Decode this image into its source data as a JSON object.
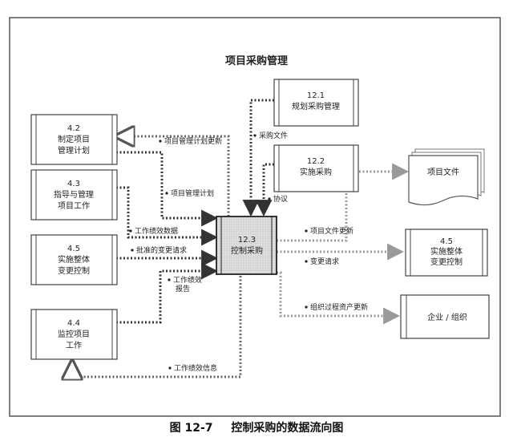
{
  "diagram": {
    "title": "项目采购管理",
    "caption": {
      "figure_number": "图 12-7",
      "text": "控制采购的数据流向图"
    },
    "nodes": {
      "n42": {
        "lines": [
          "4.2",
          "制定项目",
          "管理计划"
        ]
      },
      "n43": {
        "lines": [
          "4.3",
          "指导与管理",
          "项目工作"
        ]
      },
      "n45l": {
        "lines": [
          "4.5",
          "实施整体",
          "变更控制"
        ]
      },
      "n44": {
        "lines": [
          "4.4",
          "监控项目",
          "工作"
        ]
      },
      "n121": {
        "lines": [
          "12.1",
          "规划采购管理"
        ]
      },
      "n122": {
        "lines": [
          "12.2",
          "实施采购"
        ]
      },
      "n123": {
        "lines": [
          "12.3",
          "控制采购"
        ]
      },
      "ndoc": {
        "lines": [
          "项目文件"
        ]
      },
      "n45r": {
        "lines": [
          "4.5",
          "实施整体",
          "变更控制"
        ]
      },
      "nent": {
        "lines": [
          "企业 / 组织"
        ]
      }
    },
    "flows": {
      "pm_plan_update": "项目管理计划更新",
      "pm_plan": "项目管理计划",
      "work_perf_data": "工作绩效数据",
      "approved_change": "批准的变更请求",
      "work_perf_report": [
        "工作绩效",
        "报告"
      ],
      "work_perf_info": "工作绩效信息",
      "proc_docs": "采购文件",
      "agreements": "协议",
      "doc_update": "项目文件更新",
      "change_request": "变更请求",
      "opa_update": "组织过程资产更新"
    }
  }
}
